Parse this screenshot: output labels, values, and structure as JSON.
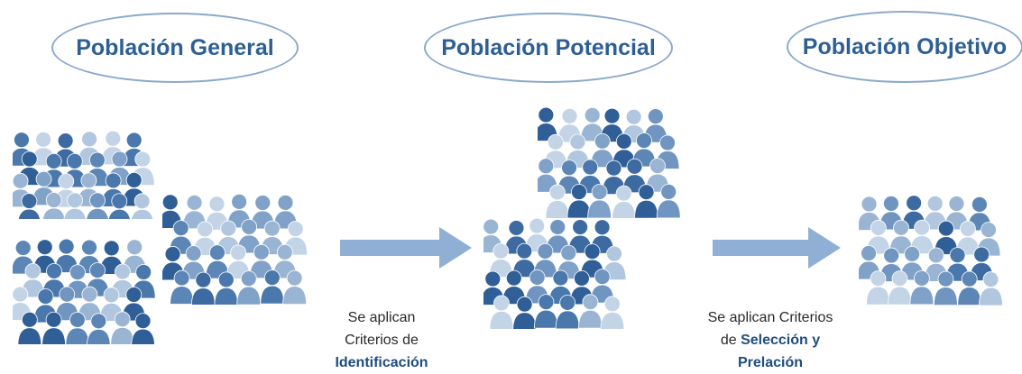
{
  "stages": {
    "general": "Población General",
    "potencial": "Población Potencial",
    "objetivo": "Población Objetivo"
  },
  "captions": {
    "first": {
      "line1": "Se aplican",
      "line2": "Criterios de",
      "bold": "Identificación"
    },
    "second": {
      "line1": "Se aplican Criterios",
      "prefix": "de ",
      "bold1": "Selección y",
      "bold2": "Prelación"
    }
  },
  "icons": {
    "crowd": "people-group-icon",
    "arrow": "right-arrow-icon"
  },
  "colors": {
    "title_text": "#2d5f94",
    "ellipse_border": "#8aa9cc",
    "people_dark": "#3f6fa3",
    "people_light": "#c9d8e8",
    "arrow_fill": "#8fb0d4"
  }
}
